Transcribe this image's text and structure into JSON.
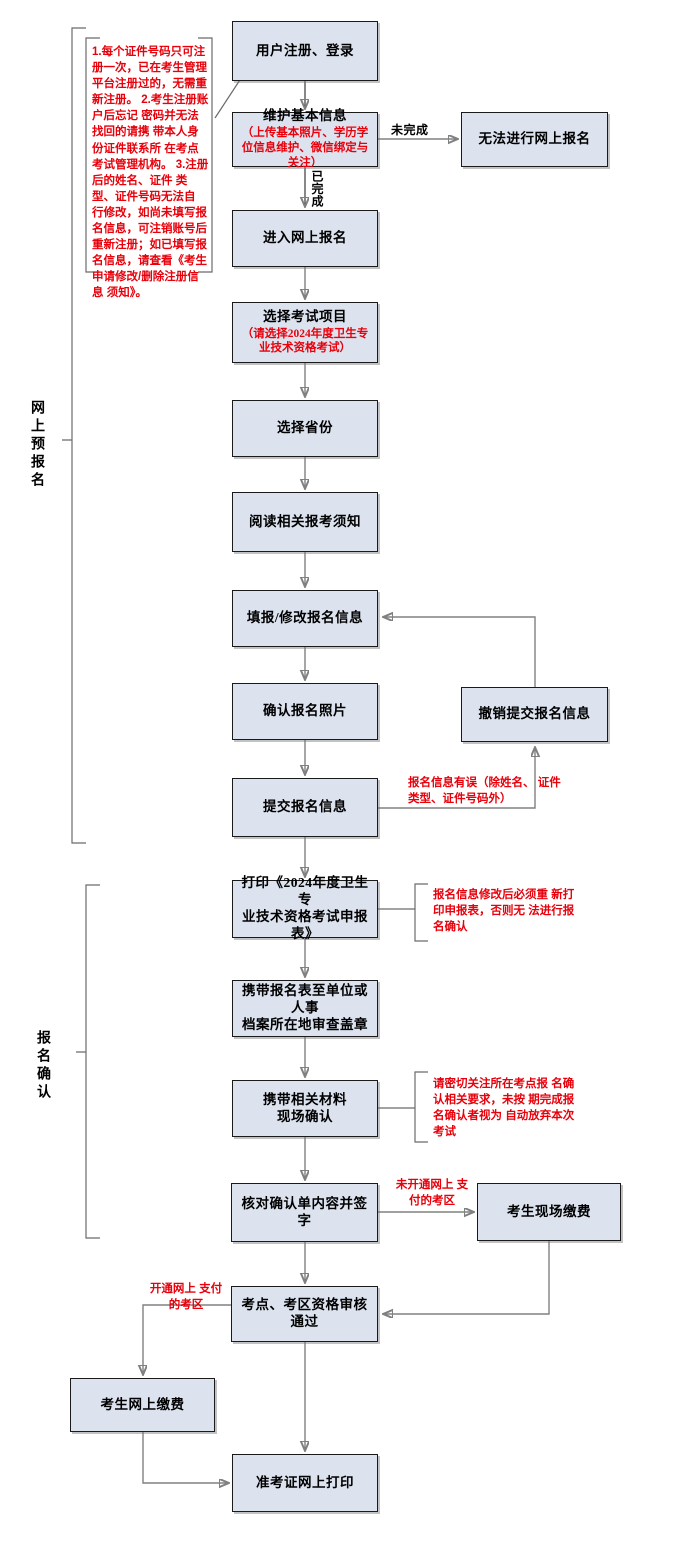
{
  "meta": {
    "title": "2024年度卫生专业技术资格考试网上报名流程图",
    "box_fill": "#dce3ef",
    "box_border": "#1a1a1a",
    "annotation_color": "#e8000b",
    "line_color": "#808080"
  },
  "sections": {
    "online_preregistration": "网上预报名",
    "registration_confirmation": "报名确认"
  },
  "nodes": {
    "user_register": "用户注册、登录",
    "maintain_basic_info": "维护基本信息",
    "maintain_basic_info_sub": "（上传基本照片、学历学位信息维护、微信绑定与关注）",
    "cannot_register_online": "无法进行网上报名",
    "enter_online_registration": "进入网上报名",
    "select_exam_project": "选择考试项目",
    "select_exam_project_sub": "（请选择2024年度卫生专业技术资格考试）",
    "select_province": "选择省份",
    "read_notice": "阅读相关报考须知",
    "fill_modify_info": "填报/修改报名信息",
    "confirm_photo": "确认报名照片",
    "submit_info": "提交报名信息",
    "cancel_submit_info": "撤销提交报名信息",
    "print_form_line1": "打印《2024年度卫生专",
    "print_form_line2": "业技术资格考试申报表》",
    "bring_form_line1": "携带报名表至单位或人事",
    "bring_form_line2": "档案所在地审查盖章",
    "bring_materials_line1": "携带相关材料",
    "bring_materials_line2": "现场确认",
    "verify_sign": "核对确认单内容并签字",
    "onsite_payment": "考生现场缴费",
    "qualification_review_line1": "考点、考区资格审核",
    "qualification_review_line2": "通过",
    "online_payment": "考生网上缴费",
    "print_admission_ticket": "准考证网上打印"
  },
  "edge_labels": {
    "not_completed": "未完成",
    "completed": "已完成"
  },
  "annotations": {
    "register_notes": [
      "1.每个证件号码只可注",
      "册一次，已在考生管理",
      "平台注册过的，无需重",
      "新注册。",
      "2.考生注册账户后忘记",
      "密码并无法找回的请携",
      "带本人身份证件联系所",
      "在考点考试管理机构。",
      "3.注册后的姓名、证件",
      "类型、证件号码无法自",
      "行修改，如尚未填写报",
      "名信息，可注销账号后",
      "重新注册；如已填写报",
      "名信息，请查看《考生",
      "申请修改/删除注册信息",
      "须知》。"
    ],
    "info_error": [
      "报名信息有误（除姓名、",
      "证件类型、证件号码外）"
    ],
    "reprint_required": [
      "报名信息修改后必须重",
      "新打印申报表，否则无",
      "法进行报名确认"
    ],
    "onsite_confirm_notice": [
      "请密切关注所在考点报",
      "名确认相关要求，未按",
      "期完成报名确认者视为",
      "自动放弃本次考试"
    ],
    "no_online_payment_area": [
      "未开通网上",
      "支付的考区"
    ],
    "online_payment_area": [
      "开通网上",
      "支付的考区"
    ]
  }
}
